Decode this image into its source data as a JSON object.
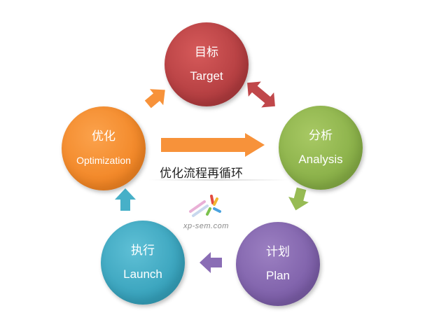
{
  "diagram": {
    "center_title": "优化流程再循环",
    "watermark": "xp-sem.com",
    "nodes": {
      "target": {
        "cn": "目标",
        "en": "Target",
        "color": "#c0474a"
      },
      "analysis": {
        "cn": "分析",
        "en": "Analysis",
        "color": "#97bb54"
      },
      "plan": {
        "cn": "计划",
        "en": "Plan",
        "color": "#8a6db5"
      },
      "launch": {
        "cn": "执行",
        "en": "Launch",
        "color": "#47b0c8"
      },
      "optimization": {
        "cn": "优化",
        "en": "Optimization",
        "color": "#f7923a"
      }
    },
    "arrow_colors": {
      "opt_to_target": "#f7923a",
      "target_analysis": "#c0474a",
      "analysis_to_plan": "#97bb54",
      "plan_to_launch": "#8a6db5",
      "launch_to_opt": "#47b0c8",
      "opt_to_analysis": "#f7923a"
    }
  }
}
